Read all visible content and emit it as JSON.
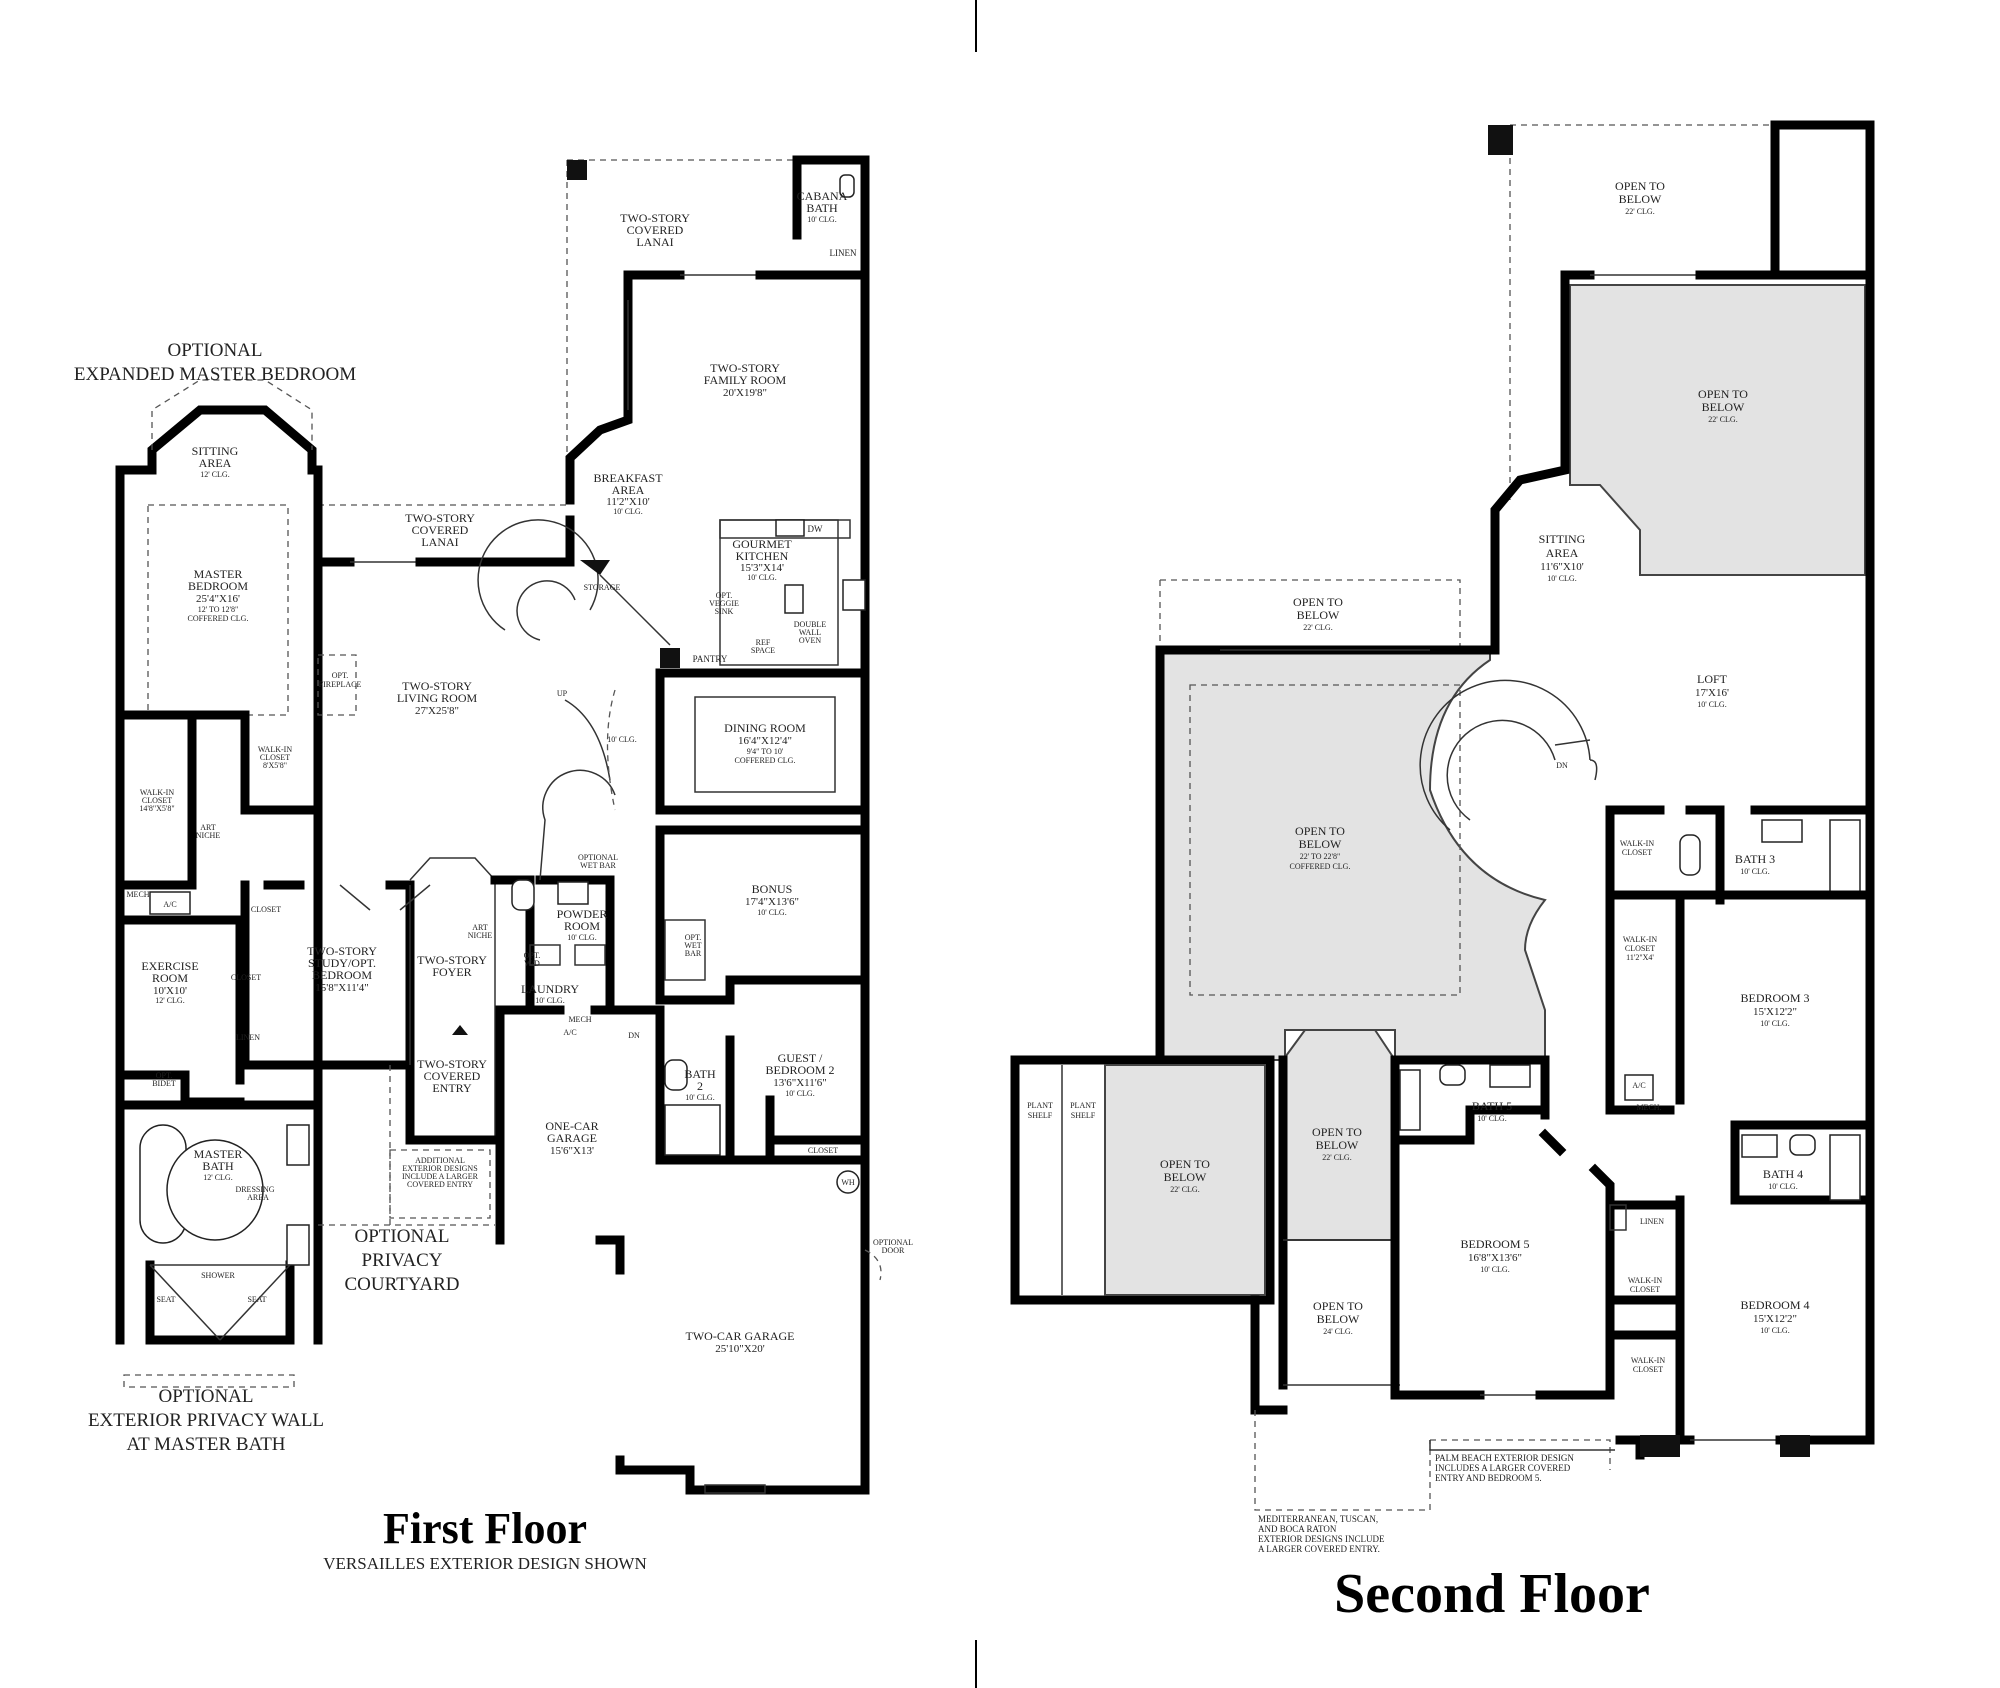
{
  "first_floor": {
    "title": "First Floor",
    "subtitle": "VERSAILLES EXTERIOR DESIGN SHOWN",
    "notes": {
      "optional_expanded_master": [
        "OPTIONAL",
        "EXPANDED MASTER BEDROOM"
      ],
      "optional_privacy_courtyard": [
        "OPTIONAL",
        "PRIVACY",
        "COURTYARD"
      ],
      "optional_privacy_wall": [
        "OPTIONAL",
        "EXTERIOR PRIVACY WALL",
        "AT MASTER BATH"
      ],
      "additional_exterior": [
        "ADDITIONAL",
        "EXTERIOR DESIGNS",
        "INCLUDE A LARGER",
        "COVERED ENTRY"
      ],
      "optional_door": [
        "OPTIONAL",
        "DOOR"
      ]
    },
    "rooms": {
      "lanai_top": [
        "TWO-STORY",
        "COVERED",
        "LANAI"
      ],
      "cabana_bath": [
        "CABANA",
        "BATH",
        "10' CLG."
      ],
      "linen_top": "LINEN",
      "family_room": [
        "TWO-STORY",
        "FAMILY ROOM",
        "20'X19'8\""
      ],
      "breakfast": [
        "BREAKFAST",
        "AREA",
        "11'2\"X10'",
        "10' CLG."
      ],
      "kitchen": [
        "GOURMET",
        "KITCHEN",
        "15'3\"X14'",
        "10' CLG."
      ],
      "dw": "DW",
      "veggie_sink": [
        "OPT.",
        "VEGGIE",
        "SINK"
      ],
      "double_oven": [
        "DOUBLE",
        "WALL",
        "OVEN"
      ],
      "ref_space": [
        "REF",
        "SPACE"
      ],
      "pantry": "PANTRY",
      "storage": "STORAGE",
      "lanai_mid": [
        "TWO-STORY",
        "COVERED",
        "LANAI"
      ],
      "sitting_area": [
        "SITTING",
        "AREA",
        "12' CLG."
      ],
      "master_bedroom": [
        "MASTER",
        "BEDROOM",
        "25'4\"X16'",
        "12' TO 12'8\"",
        "COFFERED CLG."
      ],
      "living_room": [
        "TWO-STORY",
        "LIVING ROOM",
        "27'X25'8\""
      ],
      "opt_fireplace": [
        "OPT.",
        "FIREPLACE"
      ],
      "up": "UP",
      "ten_clg": "10' CLG.",
      "dining_room": [
        "DINING ROOM",
        "16'4\"X12'4\"",
        "9'4\" TO 10'",
        "COFFERED CLG."
      ],
      "walkin_closet_a": [
        "WALK-IN",
        "CLOSET",
        "8'X5'8\""
      ],
      "walkin_closet_b": [
        "WALK-IN",
        "CLOSET",
        "14'8\"X5'8\""
      ],
      "art_niche_a": [
        "ART",
        "NICHE"
      ],
      "mech_ac": [
        "MECH",
        "A/C"
      ],
      "closet_a": "CLOSET",
      "study": [
        "TWO-STORY",
        "STUDY/OPT.",
        "BEDROOM",
        "15'8\"X11'4\""
      ],
      "foyer": [
        "TWO-STORY",
        "FOYER"
      ],
      "art_niche_b": [
        "ART",
        "NICHE"
      ],
      "powder_room": [
        "POWDER",
        "ROOM",
        "10' CLG."
      ],
      "optional_wet_bar": [
        "OPTIONAL",
        "WET BAR"
      ],
      "opt_wd": [
        "OPT.",
        "W/D"
      ],
      "laundry": [
        "LAUNDRY",
        "10' CLG."
      ],
      "bonus": [
        "BONUS",
        "17'4\"X13'6\"",
        "10' CLG."
      ],
      "opt_wet_bar": [
        "OPT.",
        "WET",
        "BAR"
      ],
      "exercise_room": [
        "EXERCISE",
        "ROOM",
        "10'X10'",
        "12' CLG."
      ],
      "closet_b": "CLOSET",
      "linen_mid": "LINEN",
      "opt_bidet": [
        "OPT.",
        "BIDET"
      ],
      "master_bath": [
        "MASTER",
        "BATH",
        "12' CLG."
      ],
      "dressing_area": [
        "DRESSING",
        "AREA"
      ],
      "shower": "SHOWER",
      "seat_l": "SEAT",
      "seat_r": "SEAT",
      "covered_entry": [
        "TWO-STORY",
        "COVERED",
        "ENTRY"
      ],
      "mech_ac_2": [
        "MECH",
        "A/C"
      ],
      "dn": "DN",
      "bath2": [
        "BATH",
        "2",
        "10' CLG."
      ],
      "guest_bedroom": [
        "GUEST /",
        "BEDROOM 2",
        "13'6\"X11'6\"",
        "10' CLG."
      ],
      "closet_c": "CLOSET",
      "one_car_garage": [
        "ONE-CAR",
        "GARAGE",
        "15'6\"X13'"
      ],
      "wh": "WH",
      "two_car_garage": [
        "TWO-CAR GARAGE",
        "25'10\"X20'"
      ]
    }
  },
  "second_floor": {
    "title": "Second Floor",
    "notes": {
      "palm_beach": [
        "PALM BEACH EXTERIOR DESIGN",
        "INCLUDES A LARGER COVERED",
        "ENTRY AND BEDROOM 5."
      ],
      "mediterranean": [
        "MEDITERRANEAN, TUSCAN,",
        "AND BOCA RATON",
        "EXTERIOR DESIGNS INCLUDE",
        "A LARGER COVERED ENTRY."
      ]
    },
    "rooms": {
      "open_top": [
        "OPEN TO",
        "BELOW",
        "22' CLG."
      ],
      "open_right": [
        "OPEN TO",
        "BELOW",
        "22' CLG."
      ],
      "sitting_area": [
        "SITTING",
        "AREA",
        "11'6\"X10'",
        "10' CLG."
      ],
      "open_left_top": [
        "OPEN TO",
        "BELOW",
        "22' CLG."
      ],
      "loft": [
        "LOFT",
        "17'X16'",
        "10' CLG."
      ],
      "open_coffered": [
        "OPEN TO",
        "BELOW",
        "22' TO 22'8\"",
        "COFFERED CLG."
      ],
      "dn": "DN",
      "walkin_closet_a": [
        "WALK-IN",
        "CLOSET"
      ],
      "bath3": [
        "BATH 3",
        "10' CLG."
      ],
      "walkin_closet_b": [
        "WALK-IN",
        "CLOSET",
        "11'2\"X4'"
      ],
      "bedroom3": [
        "BEDROOM 3",
        "15'X12'2\"",
        "10' CLG."
      ],
      "ac": "A/C",
      "mech": "MECH.",
      "plant_shelf_1": [
        "PLANT",
        "SHELF"
      ],
      "plant_shelf_2": [
        "PLANT",
        "SHELF"
      ],
      "open_left": [
        "OPEN TO",
        "BELOW",
        "22' CLG."
      ],
      "open_foyer": [
        "OPEN TO",
        "BELOW",
        "22' CLG."
      ],
      "bath5": [
        "BATH 5",
        "10' CLG."
      ],
      "bath4": [
        "BATH 4",
        "10' CLG."
      ],
      "linen": "LINEN",
      "bedroom5": [
        "BEDROOM 5",
        "16'8\"X13'6\"",
        "10' CLG."
      ],
      "walkin_closet_c": [
        "WALK-IN",
        "CLOSET"
      ],
      "bedroom4": [
        "BEDROOM 4",
        "15'X12'2\"",
        "10' CLG."
      ],
      "open_entry": [
        "OPEN TO",
        "BELOW",
        "24' CLG."
      ],
      "walkin_closet_d": [
        "WALK-IN",
        "CLOSET"
      ]
    }
  }
}
